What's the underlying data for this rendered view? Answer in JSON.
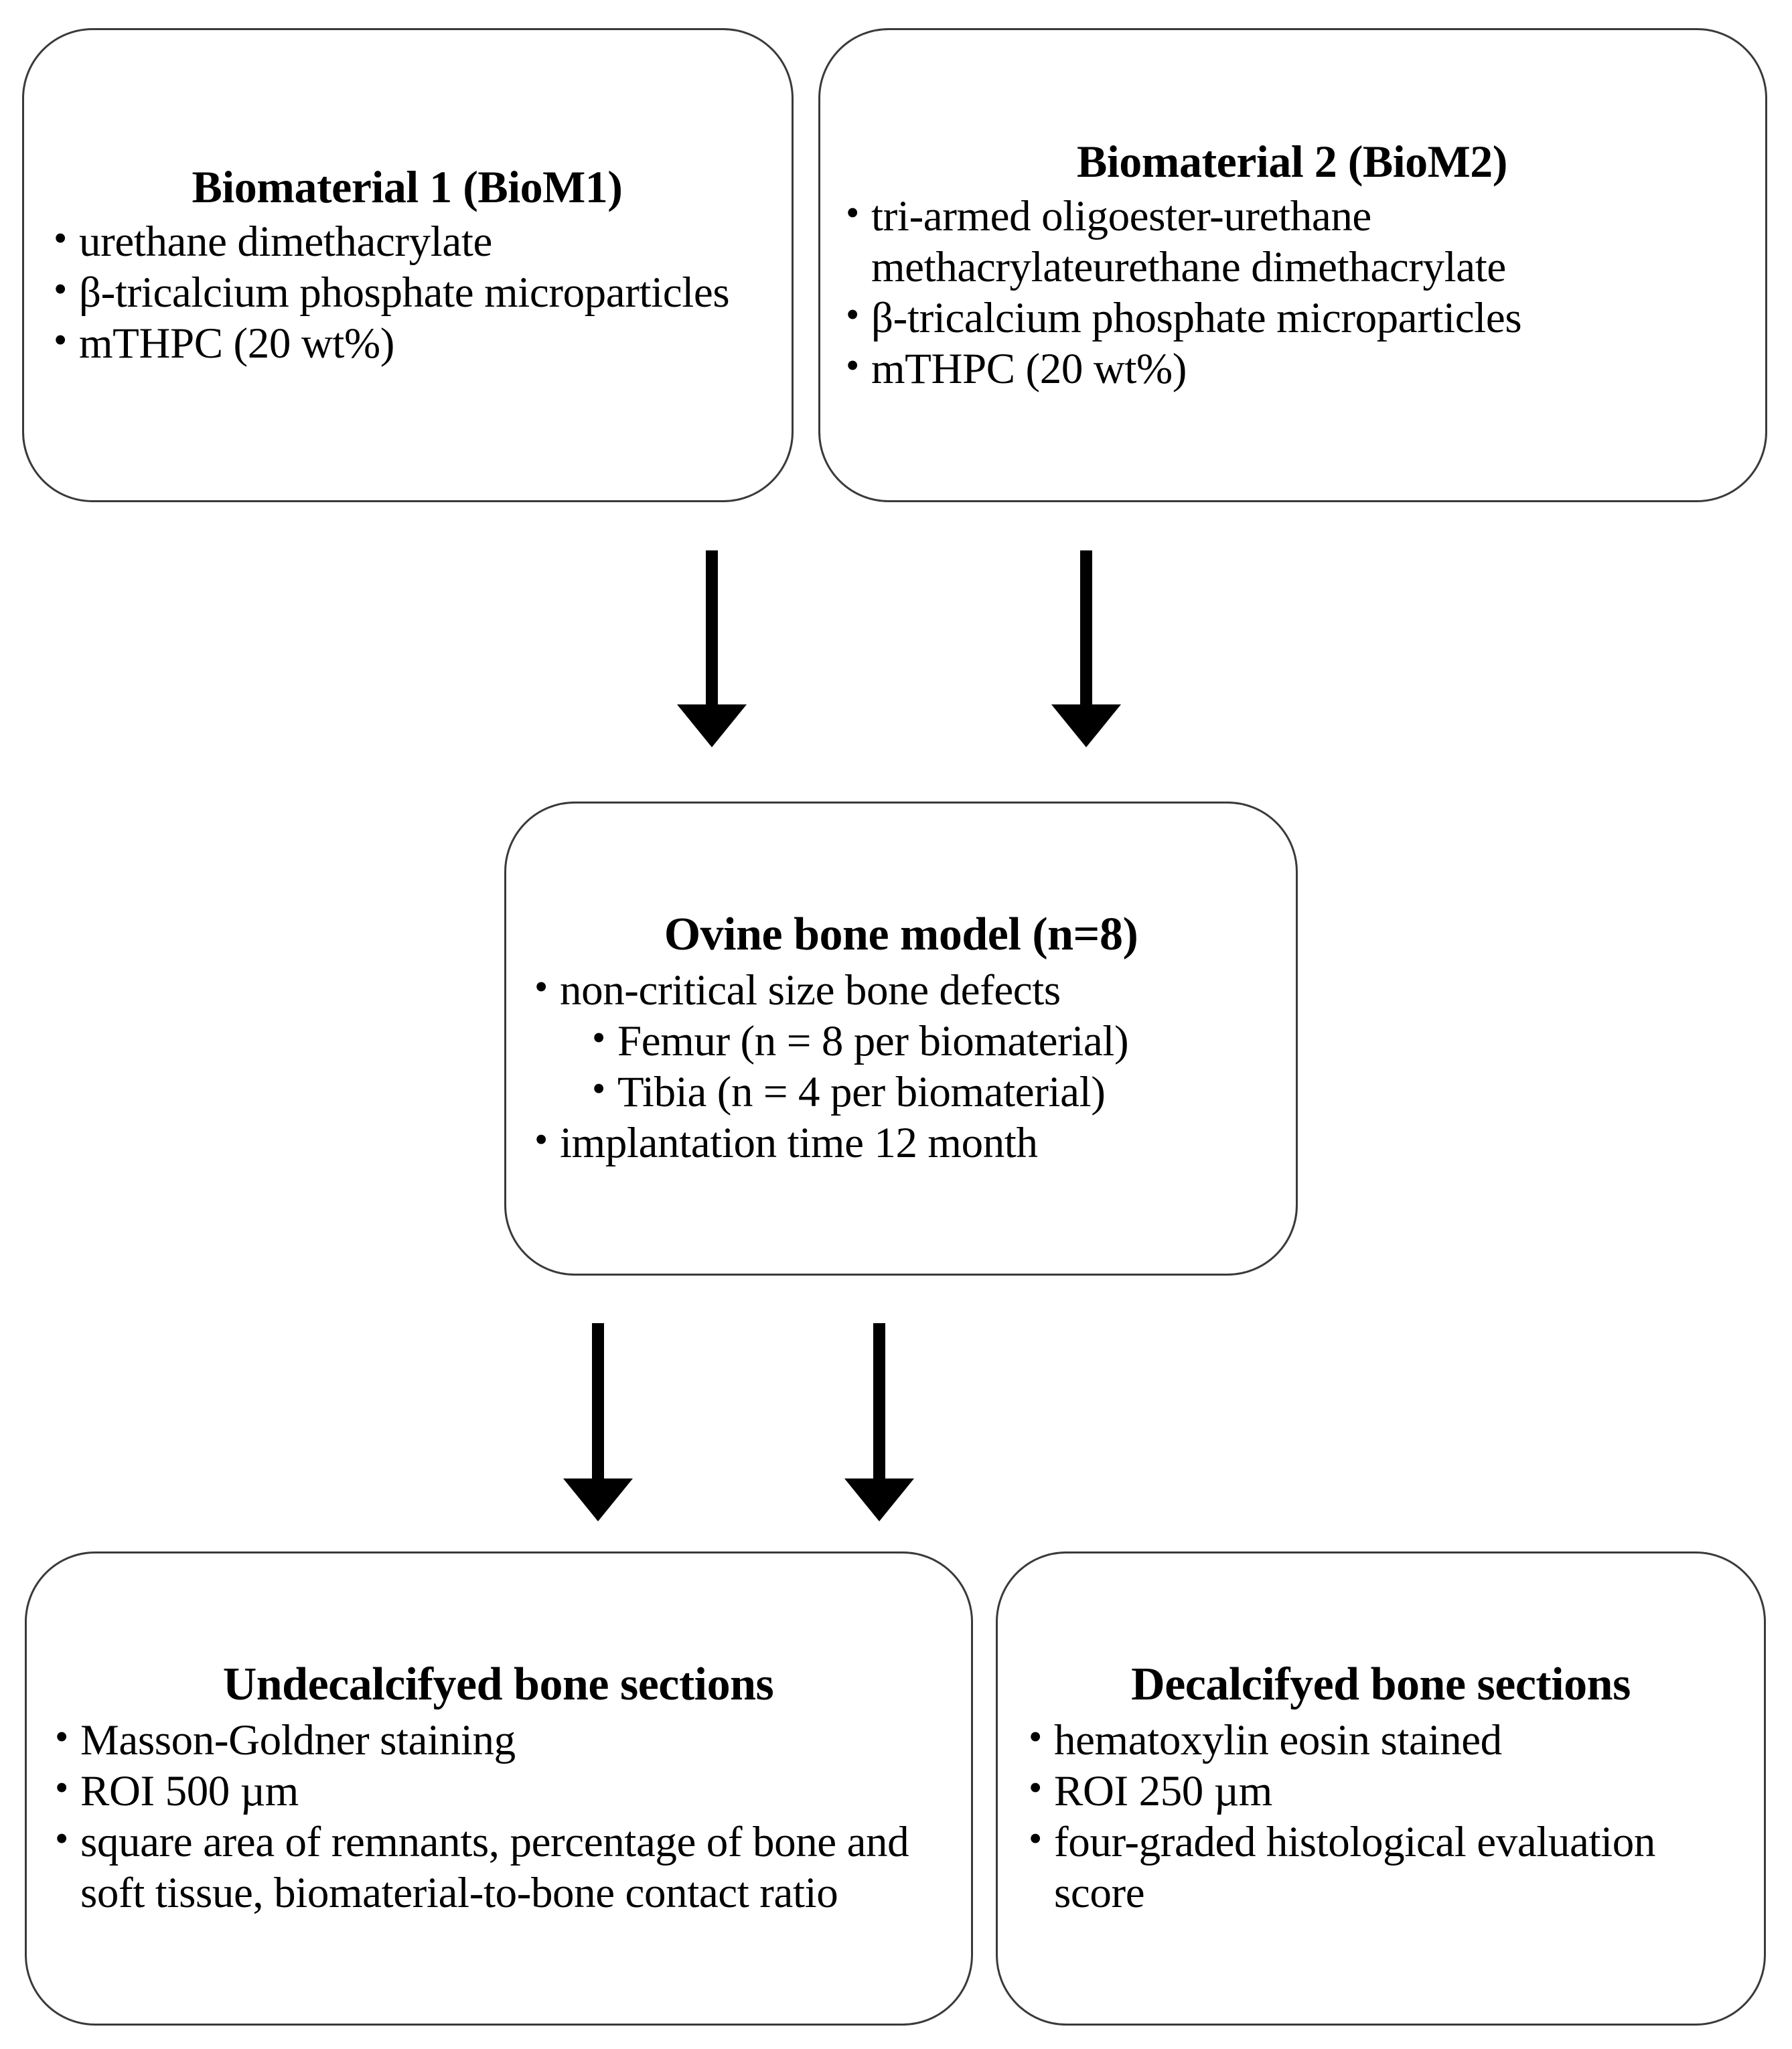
{
  "diagram": {
    "title": "Study design flowchart: biomaterials, ovine bone model and histological analysis",
    "type": "flowchart",
    "orientation": "top-to-bottom",
    "colors": {
      "background": "#ffffff",
      "box_border": "#3a3a3a",
      "text": "#000000",
      "arrow": "#000000"
    },
    "nodes": [
      {
        "id": "biom1",
        "title": "Biomaterial 1 (BioM1)",
        "bullets": [
          "urethane dimethacrylate",
          "β-tricalcium phosphate microparticles",
          "mTHPC (20 wt%)"
        ]
      },
      {
        "id": "biom2",
        "title": "Biomaterial 2 (BioM2)",
        "bullets": [
          "tri-armed oligoester-urethane methacrylateurethane dimethacrylate",
          "β-tricalcium phosphate microparticles",
          "mTHPC (20 wt%)"
        ]
      },
      {
        "id": "ovine",
        "title": "Ovine bone model (n=8)",
        "bullets": [
          "non-critical size bone defects",
          "Femur (n = 8 per biomaterial)",
          "Tibia (n = 4 per biomaterial)",
          "implantation time 12 month"
        ]
      },
      {
        "id": "undecalcified",
        "title": "Undecalcifyed bone sections",
        "bullets": [
          "Masson-Goldner staining",
          "ROI 500 µm",
          "square area of remnants, percentage of bone and soft tissue, biomaterial-to-bone contact ratio"
        ]
      },
      {
        "id": "decalcified",
        "title": "Decalcifyed bone sections",
        "bullets": [
          "hematoxylin eosin stained",
          "ROI 250 µm",
          "four-graded histological evaluation score"
        ]
      }
    ],
    "edges": [
      {
        "from": "biom1",
        "to": "ovine",
        "style": "solid-arrow-down"
      },
      {
        "from": "biom2",
        "to": "ovine",
        "style": "solid-arrow-down"
      },
      {
        "from": "ovine",
        "to": "undecalcified",
        "style": "solid-arrow-down"
      },
      {
        "from": "ovine",
        "to": "decalcified",
        "style": "solid-arrow-down"
      }
    ]
  }
}
